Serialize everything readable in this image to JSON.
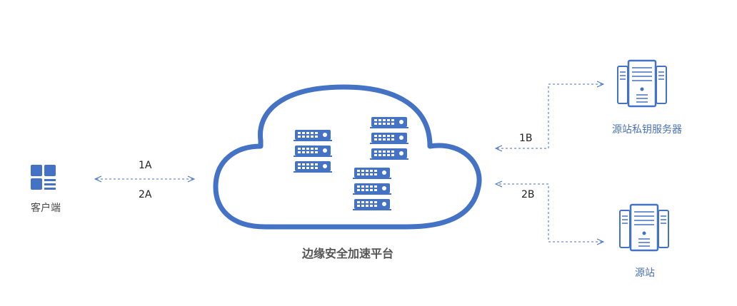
{
  "colors": {
    "primary": "#4472c4",
    "label_gray": "#555555",
    "label_blue": "#4a72b8",
    "edge_text": "#222222"
  },
  "nodes": {
    "client": {
      "label": "客户端",
      "icon": "app-grid-icon"
    },
    "platform": {
      "label": "边缘安全加速平台",
      "icon": "cloud-icon"
    },
    "key_server": {
      "label": "源站私钥服务器",
      "icon": "server-tower-icon"
    },
    "origin": {
      "label": "源站",
      "icon": "server-tower-icon"
    }
  },
  "edges": {
    "e1a": "1A",
    "e2a": "2A",
    "e1b": "1B",
    "e2b": "2B"
  }
}
